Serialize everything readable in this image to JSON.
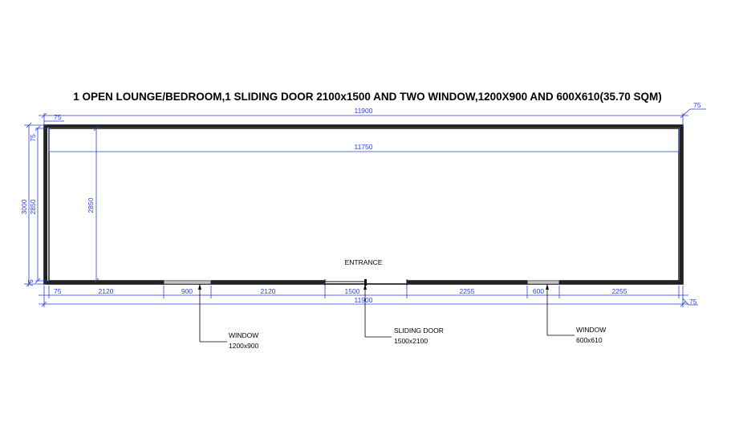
{
  "title": "1 OPEN LOUNGE/BEDROOM,1 SLIDING DOOR 2100x1500 AND TWO WINDOW,1200X900 AND 600X610(35.70 SQM)",
  "room_label": "ENTRANCE",
  "dimensions": {
    "overall_top": "11900",
    "overall_bottom": "11900",
    "inner_width": "11750",
    "left_total": "3000",
    "left_inner": "2850",
    "interior_height": "2850",
    "wall_top_left": "75",
    "wall_top_right": "75",
    "wall_left_top": "75",
    "wall_left_bottom": "75",
    "wall_bottom_right": "75",
    "bottom_segments": [
      "75",
      "2120",
      "900",
      "2120",
      "1500",
      "2255",
      "600",
      "2255"
    ]
  },
  "callouts": [
    {
      "name": "WINDOW",
      "size": "1200x900"
    },
    {
      "name": "SLIDING DOOR",
      "size": "1500x2100"
    },
    {
      "name": "WINDOW",
      "size": "600x610"
    }
  ],
  "colors": {
    "dimension": "#2a3fd6",
    "wall": "#111111",
    "text": "#000000"
  }
}
